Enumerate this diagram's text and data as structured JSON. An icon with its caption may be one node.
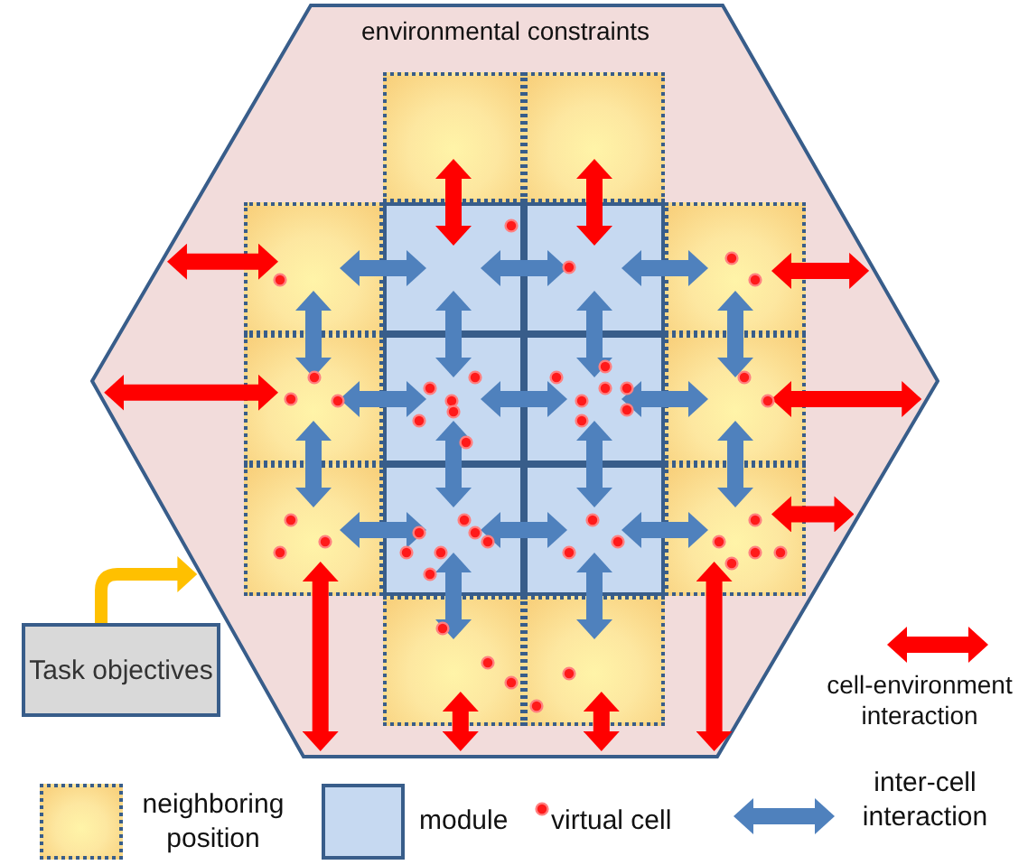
{
  "diagram": {
    "nodes": [
      {
        "text": [
          "environmental constraints"
        ]
      },
      {
        "text": [],
        "shape": "box",
        "in": 0
      },
      {
        "text": [],
        "shape": "box",
        "in": 0
      },
      {
        "text": [],
        "shape": "box",
        "in": 0
      },
      {
        "text": [],
        "shape": "box",
        "in": 0
      },
      {
        "text": [],
        "shape": "box",
        "in": 0
      },
      {
        "text": [],
        "shape": "box",
        "in": 0
      },
      {
        "text": [],
        "shape": "box",
        "in": 0
      },
      {
        "text": [],
        "shape": "box",
        "in": 0
      },
      {
        "text": [],
        "shape": "box",
        "in": 0
      },
      {
        "text": [],
        "shape": "box",
        "in": 0
      },
      {
        "text": [],
        "shape": "box",
        "in": 0
      },
      {
        "text": [],
        "shape": "box",
        "in": 0
      },
      {
        "text": [],
        "shape": "box",
        "in": 0
      },
      {
        "text": [],
        "shape": "box",
        "in": 0
      },
      {
        "text": [],
        "shape": "box",
        "in": 0
      },
      {
        "text": [],
        "shape": "box",
        "in": 0
      },
      {
        "text": [
          "Task objectives"
        ]
      }
    ],
    "edges": [
      {
        "from": 1,
        "to": 4,
        "arrow": "both",
        "color": "#ff0000"
      },
      {
        "from": 2,
        "to": 5,
        "arrow": "both",
        "color": "#ff0000"
      },
      {
        "from": 3,
        "to": 0,
        "arrow": "both",
        "color": "#ff0000"
      },
      {
        "from": 3,
        "to": 4,
        "arrow": "both"
      },
      {
        "from": 4,
        "to": 5,
        "arrow": "both"
      },
      {
        "from": 5,
        "to": 6,
        "arrow": "both"
      },
      {
        "from": 6,
        "to": 0,
        "arrow": "both",
        "color": "#ff0000"
      },
      {
        "from": 3,
        "to": 7,
        "arrow": "both"
      },
      {
        "from": 4,
        "to": 8,
        "arrow": "both"
      },
      {
        "from": 5,
        "to": 9,
        "arrow": "both"
      },
      {
        "from": 6,
        "to": 10,
        "arrow": "both"
      },
      {
        "from": 7,
        "to": 0,
        "arrow": "both",
        "color": "#ff0000"
      },
      {
        "from": 7,
        "to": 8,
        "arrow": "both"
      },
      {
        "from": 8,
        "to": 9,
        "arrow": "both"
      },
      {
        "from": 9,
        "to": 10,
        "arrow": "both"
      },
      {
        "from": 10,
        "to": 0,
        "arrow": "both",
        "color": "#ff0000"
      },
      {
        "from": 7,
        "to": 11,
        "arrow": "both"
      },
      {
        "from": 8,
        "to": 12,
        "arrow": "both"
      },
      {
        "from": 9,
        "to": 13,
        "arrow": "both"
      },
      {
        "from": 10,
        "to": 14,
        "arrow": "both"
      },
      {
        "from": 11,
        "to": 12,
        "arrow": "both"
      },
      {
        "from": 12,
        "to": 13,
        "arrow": "both"
      },
      {
        "from": 13,
        "to": 14,
        "arrow": "both"
      },
      {
        "from": 14,
        "to": 0,
        "arrow": "both",
        "color": "#ff0000"
      },
      {
        "from": 11,
        "to": 0,
        "arrow": "both",
        "color": "#ff0000"
      },
      {
        "from": 12,
        "to": 15,
        "arrow": "both"
      },
      {
        "from": 13,
        "to": 16,
        "arrow": "both"
      },
      {
        "from": 14,
        "to": 0,
        "arrow": "both",
        "color": "#ff0000"
      },
      {
        "from": 15,
        "to": 0,
        "arrow": "both",
        "color": "#ff0000"
      },
      {
        "from": 16,
        "to": 0,
        "arrow": "both",
        "color": "#ff0000"
      },
      {
        "from": 17,
        "to": 0,
        "arrow": "to",
        "color": "#ffc000"
      }
    ],
    "legend": [
      {
        "text": "cell-environment interaction"
      },
      {
        "text": "neighboring position"
      },
      {
        "text": "module",
        "color": "#c6d9f1"
      },
      {
        "text": "virtual cell"
      },
      {
        "text": "inter-cell interaction"
      }
    ]
  }
}
